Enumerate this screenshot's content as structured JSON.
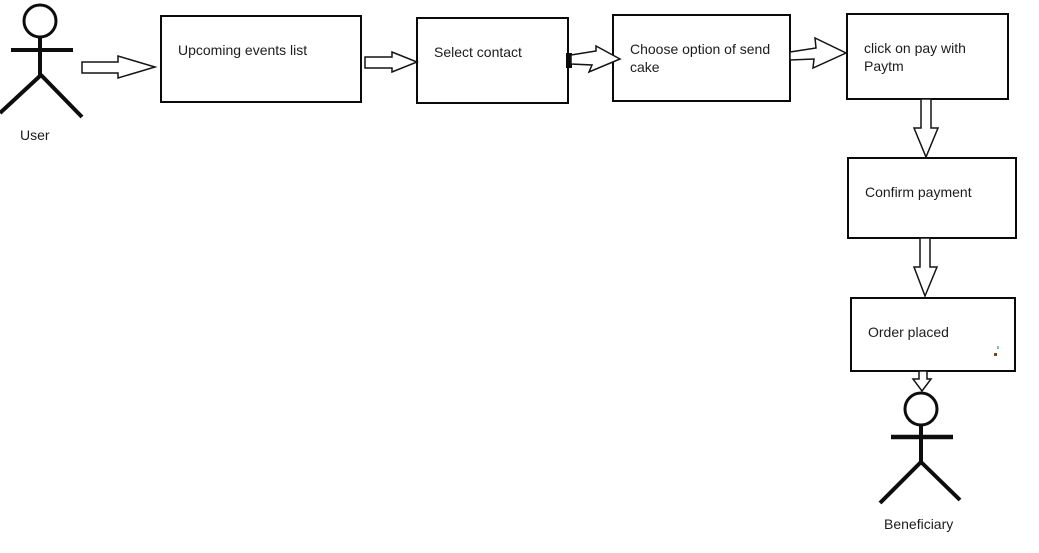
{
  "canvas": {
    "background": "#ffffff",
    "ink": "#000000"
  },
  "actors": {
    "user": {
      "label": "User",
      "icon": "stick-figure"
    },
    "beneficiary": {
      "label": "Beneficiary",
      "icon": "stick-figure"
    }
  },
  "nodes": {
    "upcoming_events": {
      "label": "Upcoming events list"
    },
    "select_contact": {
      "label": "Select contact"
    },
    "choose_option": {
      "label": "Choose option of send cake"
    },
    "pay_paytm": {
      "label": "click on pay with Paytm"
    },
    "confirm_payment": {
      "label": "Confirm payment"
    },
    "order_placed": {
      "label": "Order placed"
    }
  },
  "connections": [
    {
      "from": "User",
      "to": "Upcoming events list",
      "direction": "right",
      "style": "block-arrow"
    },
    {
      "from": "Upcoming events list",
      "to": "Select contact",
      "direction": "right",
      "style": "block-arrow"
    },
    {
      "from": "Select contact",
      "to": "Choose option of send cake",
      "direction": "right",
      "style": "block-arrow"
    },
    {
      "from": "Choose option of send cake",
      "to": "click on pay with Paytm",
      "direction": "right",
      "style": "block-arrow"
    },
    {
      "from": "click on pay with Paytm",
      "to": "Confirm payment",
      "direction": "down",
      "style": "block-arrow"
    },
    {
      "from": "Confirm payment",
      "to": "Order placed",
      "direction": "down",
      "style": "block-arrow"
    },
    {
      "from": "Order placed",
      "to": "Beneficiary",
      "direction": "down",
      "style": "block-arrow"
    }
  ]
}
